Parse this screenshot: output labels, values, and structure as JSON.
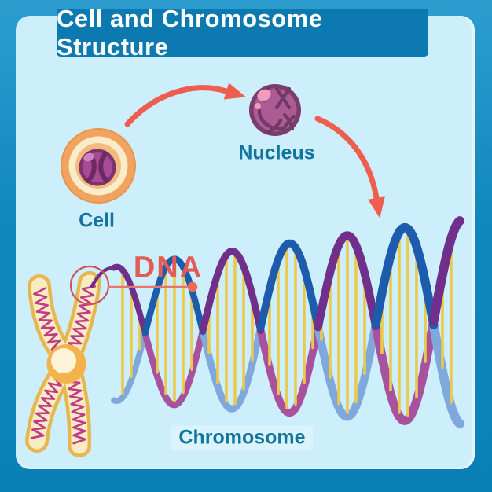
{
  "banner": {
    "title": "Cell and Chromosome Structure"
  },
  "figure": {
    "labels": {
      "cell": "Cell",
      "nucleus": "Nucleus",
      "dna": "DNA",
      "chromosome": "Chromosome"
    }
  },
  "colors": {
    "background_top": "#2d9dd0",
    "background_mid": "#1187bd",
    "background_bottom": "#0a80b6",
    "banner": "#0c79b1",
    "panel": "#cdeffb",
    "title_text": "#ffffff",
    "label_text": "#13759f",
    "dna_label": "#e25b54",
    "arrow": "#ef5d4e",
    "annotation": "#cf5161",
    "annotation_line": "#e8766b",
    "annotation_dot": "#ee6a58",
    "strand_blue_front": "#1d5cad",
    "strand_blue_back": "#7fa8dd",
    "strand_purple_front": "#6f2f8a",
    "strand_purple_back": "#a8519e",
    "rung_yellow": "#ecc94b",
    "chromosome_gold": "#e7b64e",
    "chromosome_cream": "#f8ecc0",
    "chromosome_coil": "#c23a8c",
    "centromere": "#f2b24c",
    "centromere_highlight": "#fdf4d8",
    "cell_membrane": "#f0a45f",
    "cell_membrane_edge": "#e8964f",
    "cell_cytoplasm": "#f9ecca",
    "cell_inner": "#f4ba7e",
    "cell_nucleus_ring": "#7c3370",
    "cell_nucleus_fill": "#a84b97",
    "cell_chromatin": "#6d2a62",
    "cell_nucleus_highlight": "#cf82bd",
    "nucleus_ring": "#7b3c6e",
    "nucleus_fill": "#ad5b94",
    "nucleus_chromatin": "#713963",
    "nucleus_highlight": "#ef9cbe"
  }
}
